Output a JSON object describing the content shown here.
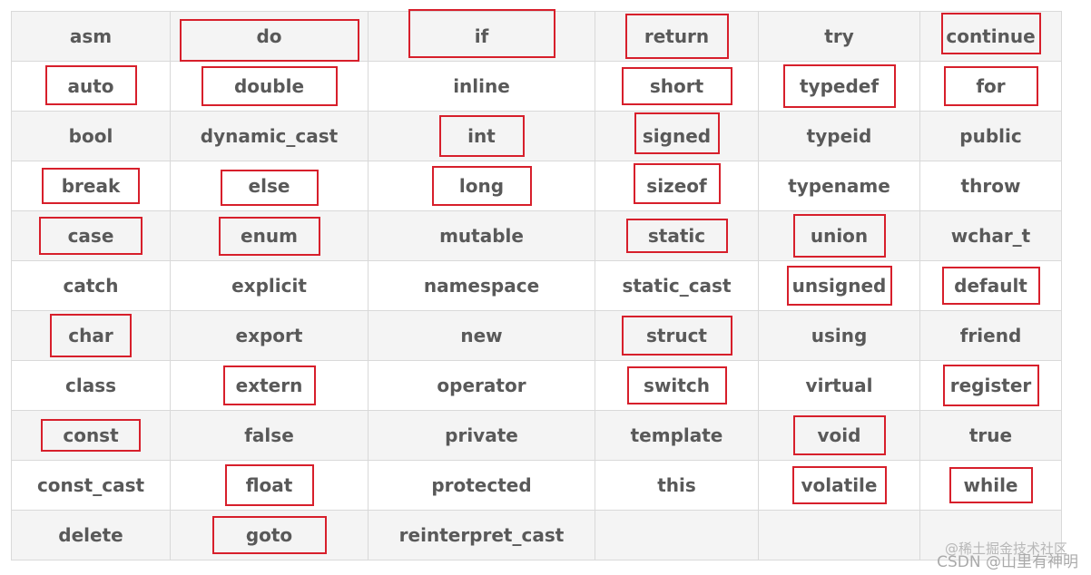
{
  "colors": {
    "highlight": "#d71f2b",
    "text": "#595959",
    "border": "#d9d9d9",
    "shade": "#f4f4f4"
  },
  "rows": [
    [
      {
        "text": "asm",
        "hl": false
      },
      {
        "text": "do",
        "hl": true
      },
      {
        "text": "if",
        "hl": true
      },
      {
        "text": "return",
        "hl": true
      },
      {
        "text": "try",
        "hl": false
      },
      {
        "text": "continue",
        "hl": true
      }
    ],
    [
      {
        "text": "auto",
        "hl": true
      },
      {
        "text": "double",
        "hl": true
      },
      {
        "text": "inline",
        "hl": false
      },
      {
        "text": "short",
        "hl": true
      },
      {
        "text": "typedef",
        "hl": true
      },
      {
        "text": "for",
        "hl": true
      }
    ],
    [
      {
        "text": "bool",
        "hl": false
      },
      {
        "text": "dynamic_cast",
        "hl": false
      },
      {
        "text": "int",
        "hl": true
      },
      {
        "text": "signed",
        "hl": true
      },
      {
        "text": "typeid",
        "hl": false
      },
      {
        "text": "public",
        "hl": false
      }
    ],
    [
      {
        "text": "break",
        "hl": true
      },
      {
        "text": "else",
        "hl": true
      },
      {
        "text": "long",
        "hl": true
      },
      {
        "text": "sizeof",
        "hl": true
      },
      {
        "text": "typename",
        "hl": false
      },
      {
        "text": "throw",
        "hl": false
      }
    ],
    [
      {
        "text": "case",
        "hl": true
      },
      {
        "text": "enum",
        "hl": true
      },
      {
        "text": "mutable",
        "hl": false
      },
      {
        "text": "static",
        "hl": true
      },
      {
        "text": "union",
        "hl": true
      },
      {
        "text": "wchar_t",
        "hl": false
      }
    ],
    [
      {
        "text": "catch",
        "hl": false
      },
      {
        "text": "explicit",
        "hl": false
      },
      {
        "text": "namespace",
        "hl": false
      },
      {
        "text": "static_cast",
        "hl": false
      },
      {
        "text": "unsigned",
        "hl": true
      },
      {
        "text": "default",
        "hl": true
      }
    ],
    [
      {
        "text": "char",
        "hl": true
      },
      {
        "text": "export",
        "hl": false
      },
      {
        "text": "new",
        "hl": false
      },
      {
        "text": "struct",
        "hl": true
      },
      {
        "text": "using",
        "hl": false
      },
      {
        "text": "friend",
        "hl": false
      }
    ],
    [
      {
        "text": "class",
        "hl": false
      },
      {
        "text": "extern",
        "hl": true
      },
      {
        "text": "operator",
        "hl": false
      },
      {
        "text": "switch",
        "hl": true
      },
      {
        "text": "virtual",
        "hl": false
      },
      {
        "text": "register",
        "hl": true
      }
    ],
    [
      {
        "text": "const",
        "hl": true
      },
      {
        "text": "false",
        "hl": false
      },
      {
        "text": "private",
        "hl": false
      },
      {
        "text": "template",
        "hl": false
      },
      {
        "text": "void",
        "hl": true
      },
      {
        "text": "true",
        "hl": false
      }
    ],
    [
      {
        "text": "const_cast",
        "hl": false
      },
      {
        "text": "float",
        "hl": true
      },
      {
        "text": "protected",
        "hl": false
      },
      {
        "text": "this",
        "hl": false
      },
      {
        "text": "volatile",
        "hl": true
      },
      {
        "text": "while",
        "hl": true
      }
    ],
    [
      {
        "text": "delete",
        "hl": false
      },
      {
        "text": "goto",
        "hl": true
      },
      {
        "text": "reinterpret_cast",
        "hl": false
      },
      {
        "text": "",
        "hl": false
      },
      {
        "text": "",
        "hl": false
      },
      {
        "text": "",
        "hl": false
      }
    ]
  ],
  "watermark": {
    "site": "@稀土掘金技术社区",
    "author": "CSDN @山里有神明"
  }
}
